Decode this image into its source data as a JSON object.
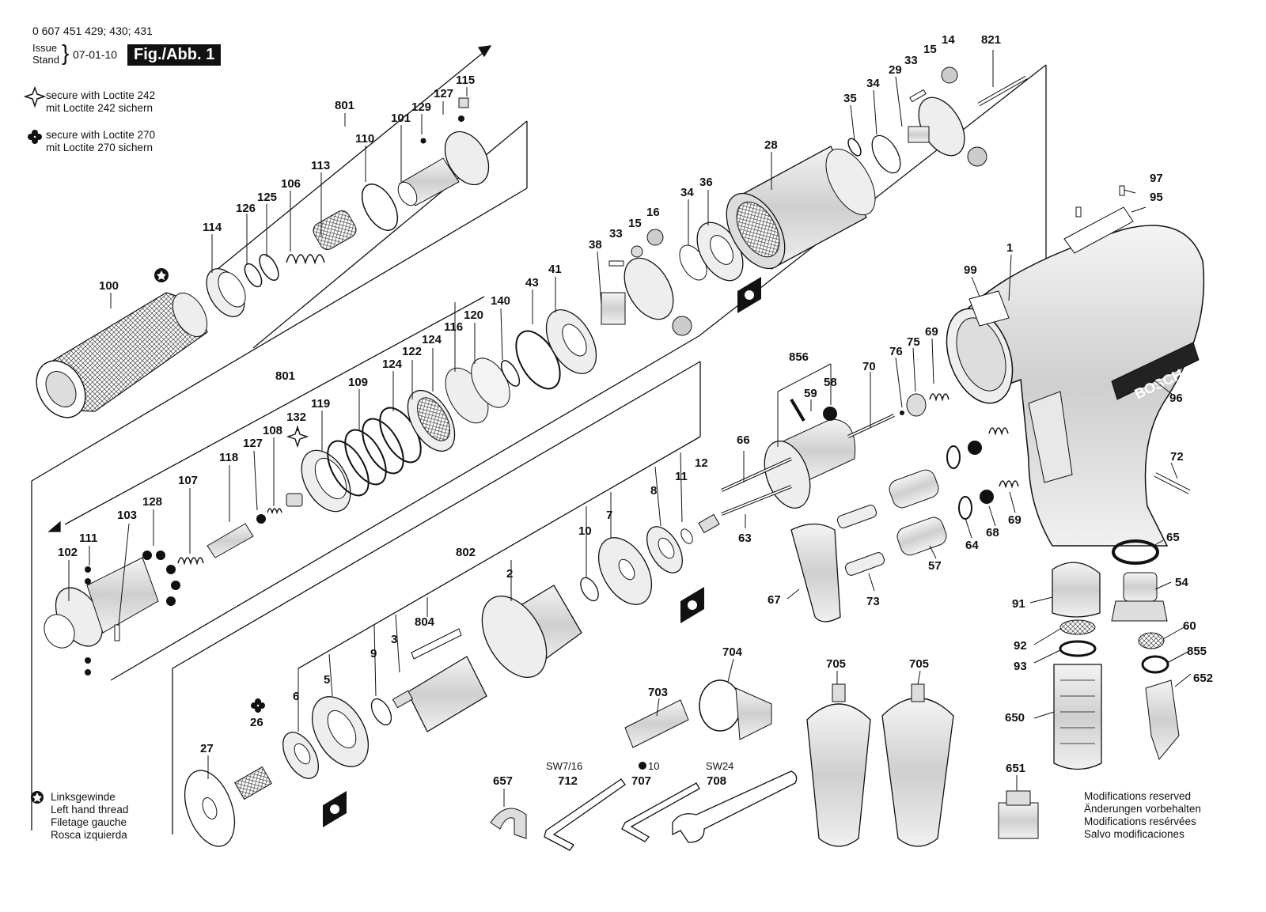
{
  "header": {
    "part_numbers": "0 607 451 429; 430; 431",
    "issue_label": "Issue",
    "stand_label": "Stand",
    "date": "07-01-10",
    "fig_label": "Fig./Abb. 1"
  },
  "legend": {
    "loctite242_line1": "secure with Loctite 242",
    "loctite242_line2": "mit Loctite 242 sichern",
    "loctite270_line1": "secure with Loctite 270",
    "loctite270_line2": "mit Loctite 270 sichern"
  },
  "footer_left": {
    "line1": "Linksgewinde",
    "line2": "Left hand thread",
    "line3": "Filetage gauche",
    "line4": "Rosca izquierda"
  },
  "footer_right": {
    "line1": "Modifications reserved",
    "line2": "Änderungen vorbehalten",
    "line3": "Modifications resérvées",
    "line4": "Salvo modificaciones"
  },
  "brand": "BOSCH",
  "tool_labels": {
    "sw7_16": "SW7/16",
    "hex10": "10",
    "sw24": "SW24"
  },
  "parts": [
    "0 607 451 429",
    "1",
    "2",
    "3",
    "5",
    "6",
    "7",
    "8",
    "9",
    "10",
    "11",
    "12",
    "14",
    "15",
    "16",
    "26",
    "27",
    "28",
    "29",
    "33",
    "34",
    "35",
    "36",
    "38",
    "41",
    "43",
    "54",
    "57",
    "58",
    "59",
    "60",
    "63",
    "64",
    "65",
    "66",
    "67",
    "68",
    "69",
    "70",
    "72",
    "73",
    "75",
    "76",
    "91",
    "92",
    "93",
    "95",
    "96",
    "97",
    "99",
    "100",
    "101",
    "102",
    "103",
    "106",
    "107",
    "108",
    "109",
    "110",
    "111",
    "113",
    "114",
    "115",
    "116",
    "118",
    "119",
    "120",
    "122",
    "124",
    "125",
    "126",
    "127",
    "128",
    "129",
    "132",
    "140",
    "650",
    "651",
    "652",
    "657",
    "703",
    "704",
    "705",
    "707",
    "708",
    "712",
    "801",
    "802",
    "804",
    "821",
    "855",
    "856"
  ],
  "labels": {
    "p100": "100",
    "p114": "114",
    "p126": "126",
    "p125": "125",
    "p106": "106",
    "p113": "113",
    "p801a": "801",
    "p110": "110",
    "p101": "101",
    "p129": "129",
    "p127a": "127",
    "p115": "115",
    "p35": "35",
    "p34a": "34",
    "p29": "29",
    "p33a": "33",
    "p15a": "15",
    "p14": "14",
    "p821": "821",
    "p28": "28",
    "p34b": "34",
    "p36": "36",
    "p33b": "33",
    "p15b": "15",
    "p16": "16",
    "p38": "38",
    "p43": "43",
    "p41": "41",
    "p140": "140",
    "p120": "120",
    "p116": "116",
    "p124a": "124",
    "p122": "122",
    "p124b": "124",
    "p109": "109",
    "p801b": "801",
    "p119": "119",
    "p132": "132",
    "p108": "108",
    "p127b": "127",
    "p118": "118",
    "p107": "107",
    "p128": "128",
    "p103": "103",
    "p111": "111",
    "p102": "102",
    "p802": "802",
    "p2": "2",
    "p10": "10",
    "p7": "7",
    "p8": "8",
    "p11": "11",
    "p12": "12",
    "p804": "804",
    "p3": "3",
    "p9": "9",
    "p5": "5",
    "p6": "6",
    "p26": "26",
    "p27": "27",
    "p856": "856",
    "p59": "59",
    "p58": "58",
    "p70": "70",
    "p76": "76",
    "p75": "75",
    "p69a": "69",
    "p66": "66",
    "p63": "63",
    "p64": "64",
    "p68": "68",
    "p69b": "69",
    "p57": "57",
    "p67": "67",
    "p73": "73",
    "p97": "97",
    "p95": "95",
    "p99": "99",
    "p1": "1",
    "p96": "96",
    "p72": "72",
    "p65": "65",
    "p54": "54",
    "p91": "91",
    "p60": "60",
    "p92": "92",
    "p855": "855",
    "p93": "93",
    "p652": "652",
    "p650": "650",
    "p651": "651",
    "p704": "704",
    "p703": "703",
    "p705a": "705",
    "p705b": "705",
    "p657": "657",
    "p712": "712",
    "p707": "707",
    "p708": "708"
  },
  "colors": {
    "ink": "#111111",
    "paper": "#ffffff",
    "shade": "#bdbdbd"
  }
}
